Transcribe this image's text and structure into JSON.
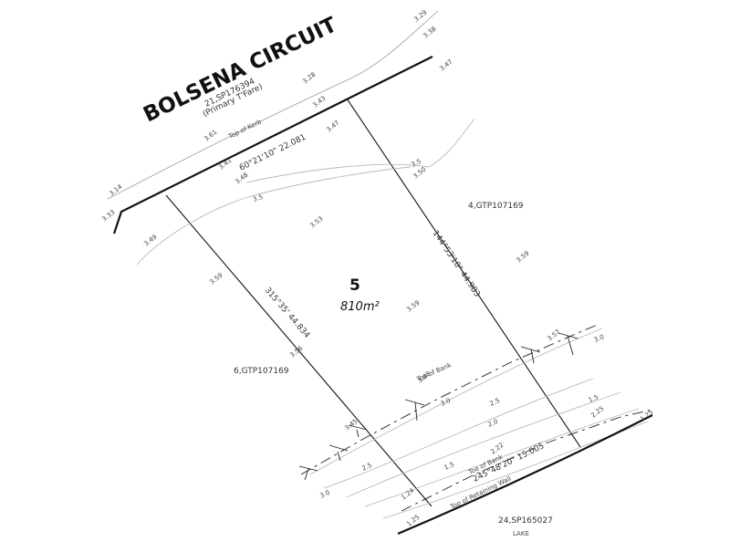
{
  "street_name": "BOLSENA CIRCUIT",
  "road_lot": {
    "id": "21,SP176394",
    "note": "(Primary T'Fare)"
  },
  "lot": {
    "number": "5",
    "area": "810m²"
  },
  "adjoining": {
    "east": "4,GTP107169",
    "west": "6,GTP107169",
    "south": "24,SP165027",
    "lake": "LAKE"
  },
  "bearings": {
    "front": "60°21'10\"  22.081",
    "east": "144°53'10\"  44.983",
    "west": "315°35'  44.834",
    "rear": "245°48'20\"  15.005"
  },
  "features": {
    "top_of_kerb": "Top   of   Kerb",
    "top_of_bank": "Top   of   Bank",
    "toe_of_bank": "Toe   of   Bank",
    "top_of_retaining_wall": "Top   of   Retaining   Wall"
  },
  "contour_labels": {
    "c35a": "3.5",
    "c35b": "3.5",
    "c30a": "3.0",
    "c30b": "3.0",
    "c30c": "3.0",
    "c25a": "2.5",
    "c25b": "2.5",
    "c20": "2.0",
    "c15a": "1.5",
    "c15b": "1.5"
  },
  "spot_levels": {
    "s1": "3.29",
    "s2": "3.38",
    "s3": "3.47",
    "s4": "3.28",
    "s5": "3.43",
    "s6": "3.61",
    "s7": "3.47",
    "s8": "3.14",
    "s9": "3.41",
    "s10": "3.48",
    "s11": "3.50",
    "s12": "3.33",
    "s13": "3.49",
    "s14": "3.53",
    "s15": "3.59",
    "s16": "3.59",
    "s17": "3.59",
    "s18": "3.56",
    "s19": "3.57",
    "s20": "3.48",
    "s21": "3.45",
    "s22": "2.22",
    "s23": "2.25",
    "s24": "1.24",
    "s25": "1.25",
    "s26": "1.25"
  }
}
